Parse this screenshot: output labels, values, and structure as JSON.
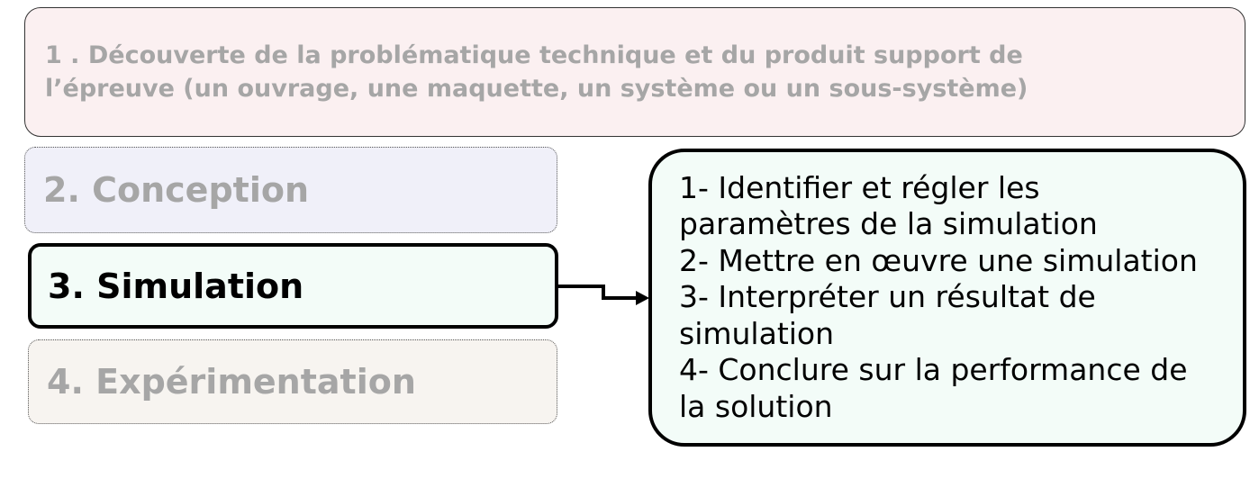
{
  "steps": [
    {
      "lines": [
        "1 . Découverte de la problématique technique et du produit support de",
        "l’épreuve (un ouvrage, une maquette, un système ou un sous-système)"
      ]
    },
    {
      "label": "2. Conception"
    },
    {
      "label": "3. Simulation"
    },
    {
      "label": "4. Expérimentation"
    }
  ],
  "details": {
    "lines": [
      "1- Identifier et régler les",
      "paramètres de la simulation",
      "2- Mettre en œuvre une simulation",
      "3- Interpréter un résultat de",
      "simulation",
      "4- Conclure sur la performance de",
      "la solution"
    ]
  },
  "colors": {
    "muted_text": "#a6a6a6",
    "active_text": "#000000",
    "step1_fill": "#fbf0f1",
    "step2_fill": "#f0f0f9",
    "step3_fill": "#f3fcf8",
    "step4_fill": "#f7f4f0",
    "detail_fill": "#f3fcf8"
  }
}
